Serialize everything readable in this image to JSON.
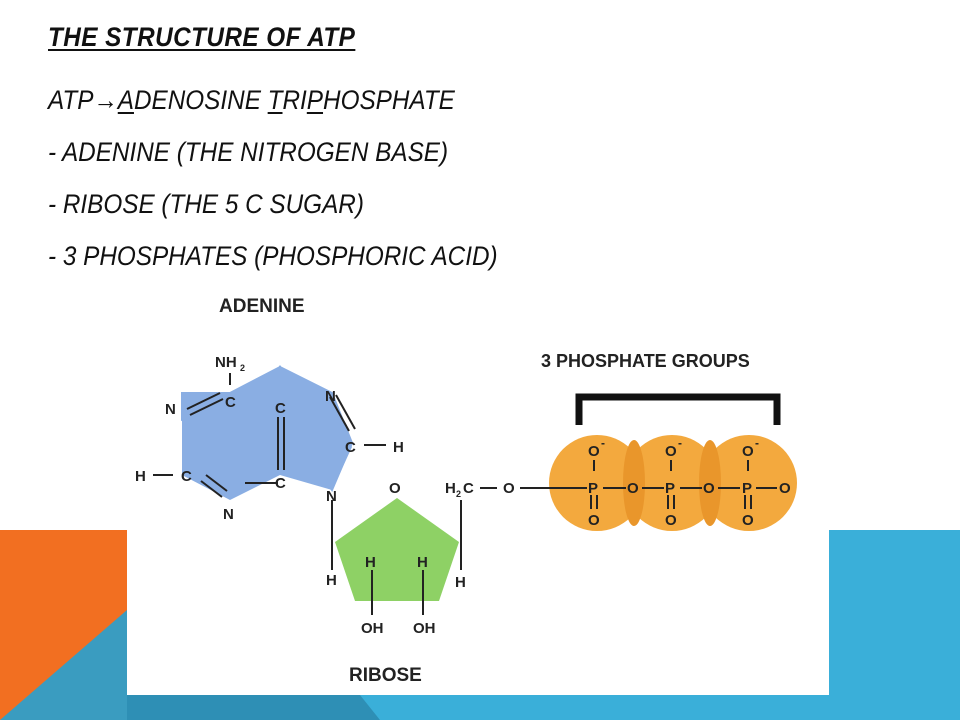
{
  "slide": {
    "title": "THE STRUCTURE OF ATP",
    "line1": {
      "prefix": "ATP",
      "arrow": "→",
      "a": "A",
      "denosine": "DENOSINE ",
      "t": "T",
      "ri": "RI",
      "p": "P",
      "hosphate": "HOSPHATE"
    },
    "line2": "- ADENINE (THE NITROGEN BASE)",
    "line3": "- RIBOSE (THE 5 C SUGAR)",
    "line4": "- 3 PHOSPHATES (PHOSPHORIC ACID)"
  },
  "colors": {
    "orange_block": "#F26F21",
    "blue_block": "#3AAFD9",
    "adenine_fill": "#8AAEE3",
    "ribose_fill": "#8ED165",
    "phosphate_fill": "#F3A93E"
  },
  "diagram": {
    "adenine_label": "ADENINE",
    "phosphate_label": "3 PHOSPHATE GROUPS",
    "ribose_label": "RIBOSE",
    "atoms": {
      "N": "N",
      "C": "C",
      "H": "H",
      "O": "O",
      "P": "P",
      "NH": "NH",
      "sub2": "2",
      "OH": "OH",
      "minus": "-"
    }
  }
}
